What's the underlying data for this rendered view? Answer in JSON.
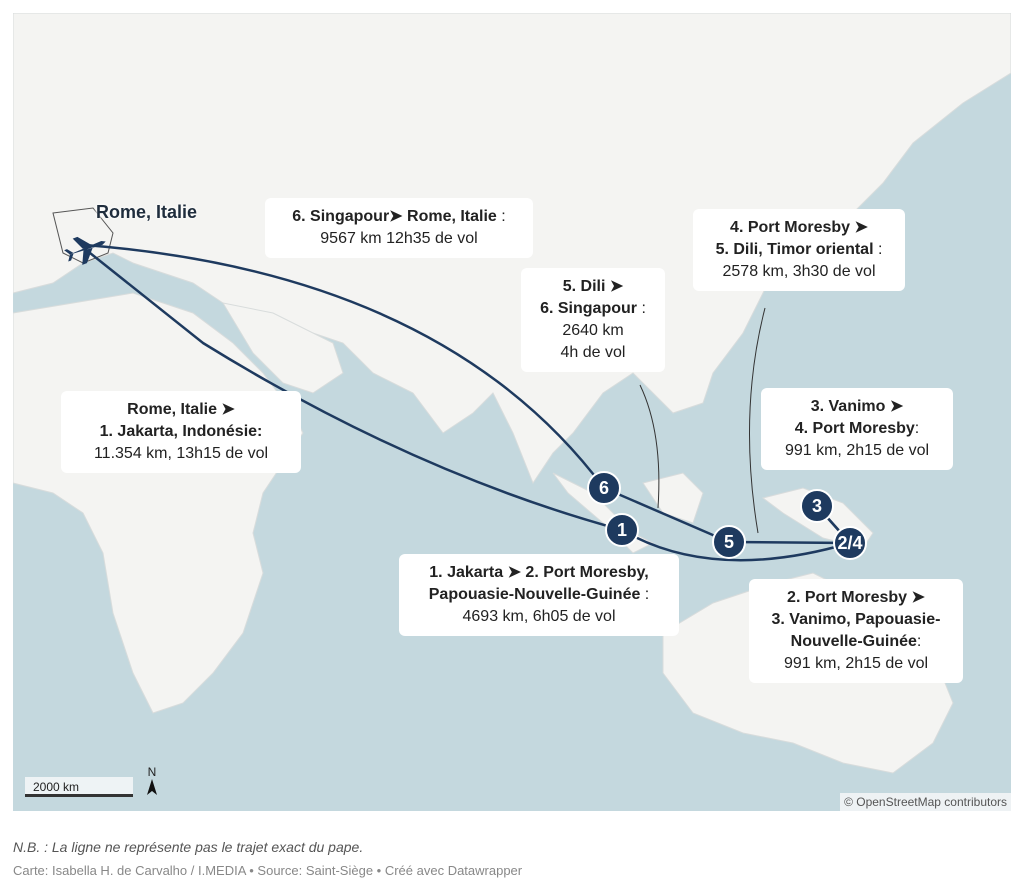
{
  "colors": {
    "sea": "#c4d8de",
    "land": "#f4f4f2",
    "route": "#1e3a5f"
  },
  "origin": {
    "label": "Rome, Italie",
    "icon": "airplane-icon"
  },
  "markers": [
    "1",
    "2/4",
    "3",
    "5",
    "6"
  ],
  "callouts": {
    "rome_jakarta": {
      "title": "Rome, Italie ➤",
      "title2": "1. Jakarta, Indonésie:",
      "detail": "11.354 km, 13h15 de vol"
    },
    "singapour_rome": {
      "title": "6. Singapour➤ Rome, Italie",
      "sep": " :",
      "detail": "9567 km 12h35 de vol"
    },
    "dili_singapour": {
      "title": "5. Dili ➤",
      "title2": "6. Singapour",
      "sep": " :",
      "detail": "2640 km",
      "detail2": "4h de vol"
    },
    "moresby_dili": {
      "title": "4. Port Moresby ➤",
      "title2": "5. Dili, Timor oriental",
      "sep": " :",
      "detail": "2578 km, 3h30 de vol"
    },
    "vanimo_moresby": {
      "title": "3. Vanimo ➤",
      "title2": "4. Port Moresby",
      "sep": ":",
      "detail": "991 km, 2h15 de vol"
    },
    "jakarta_moresby": {
      "title": "1. Jakarta ➤ 2. Port Moresby,",
      "title2": "Papouasie-Nouvelle-Guinée",
      "sep": " :",
      "detail": "4693 km, 6h05 de vol"
    },
    "moresby_vanimo": {
      "title": "2. Port Moresby ➤",
      "title2": "3. Vanimo, Papouasie-",
      "title3": "Nouvelle-Guinée",
      "sep": ":",
      "detail": "991 km, 2h15 de vol"
    }
  },
  "scale": {
    "label": "2000 km"
  },
  "north": {
    "label": "N"
  },
  "attribution": "© OpenStreetMap contributors",
  "note": "N.B. : La ligne ne représente pas le trajet exact du pape.",
  "credit": "Carte: Isabella H. de Carvalho / I.MEDIA • Source: Saint-Siège • Créé avec Datawrapper"
}
